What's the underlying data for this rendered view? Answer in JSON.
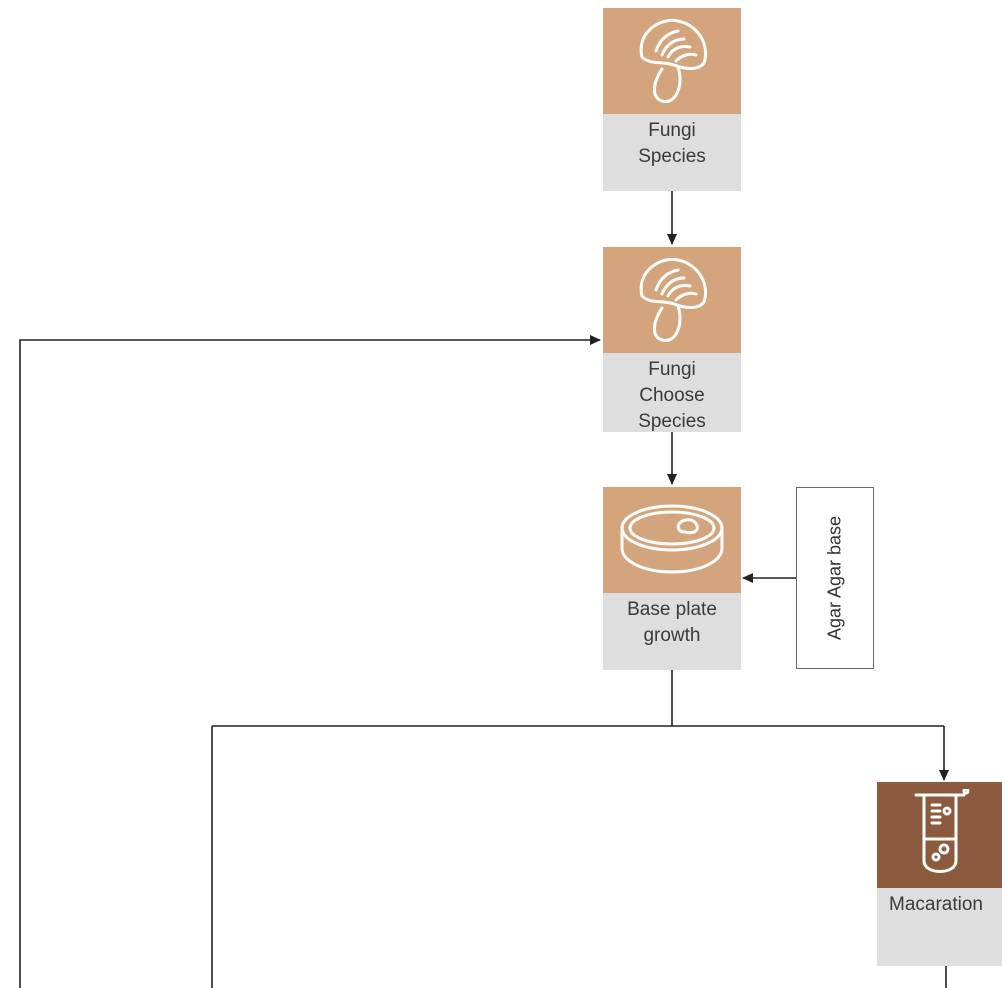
{
  "nodes": {
    "fungi_species": {
      "label_line1": "Fungi",
      "label_line2": "Species",
      "icon": "mushroom-icon",
      "color": "#d4a57d"
    },
    "fungi_choose": {
      "label_line1": "Fungi",
      "label_line2": "Choose",
      "label_line3": "Species",
      "icon": "mushroom-icon",
      "color": "#d4a57d"
    },
    "base_plate": {
      "label_line1": "Base plate",
      "label_line2": "growth",
      "icon": "petri-dish-icon",
      "color": "#d4a57d"
    },
    "macaration": {
      "label_line1": "Macaration",
      "icon": "test-tube-icon",
      "color": "#8c5a3c"
    }
  },
  "side_input": {
    "label": "Agar Agar base"
  },
  "colors": {
    "label_bg": "#dedede",
    "line": "#222222"
  }
}
